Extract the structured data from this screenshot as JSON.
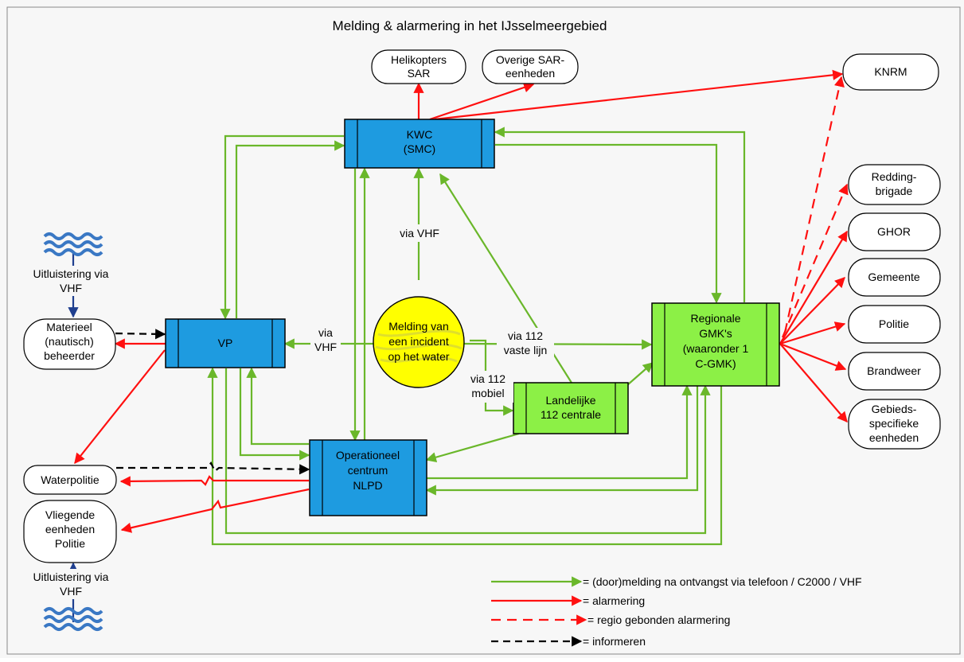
{
  "title": "Melding & alarmering in het IJsselmeergebied",
  "nodes": {
    "helikopters": [
      "Helikopters",
      "SAR"
    ],
    "overige_sar": [
      "Overige SAR-",
      "eenheden"
    ],
    "knrm": [
      "KNRM"
    ],
    "kwc": [
      "KWC",
      "(SMC)"
    ],
    "vp": [
      "VP"
    ],
    "melding": [
      "Melding van",
      "een incident",
      "op het water"
    ],
    "regionale": [
      "Regionale",
      "GMK's",
      "(waaronder 1",
      "C-GMK)"
    ],
    "landelijke": [
      "Landelijke",
      "112 centrale"
    ],
    "operationeel": [
      "Operationeel",
      "centrum",
      "NLPD"
    ],
    "materieel": [
      "Materieel",
      "(nautisch)",
      "beheerder"
    ],
    "waterpolitie": [
      "Waterpolitie"
    ],
    "vliegende": [
      "Vliegende",
      "eenheden",
      "Politie"
    ],
    "redding": [
      "Redding-",
      "brigade"
    ],
    "ghor": [
      "GHOR"
    ],
    "gemeente": [
      "Gemeente"
    ],
    "politie": [
      "Politie"
    ],
    "brandweer": [
      "Brandweer"
    ],
    "gebied": [
      "Gebieds-",
      "specifieke",
      "eenheden"
    ]
  },
  "labels": {
    "via_vhf_top": [
      "via VHF"
    ],
    "via_vhf_left": [
      "via",
      "VHF"
    ],
    "via_112_vast": [
      "via 112",
      "vaste lijn"
    ],
    "via_112_mobiel": [
      "via 112",
      "mobiel"
    ],
    "uitluistering_top": [
      "Uitluistering via",
      "VHF"
    ],
    "uitluistering_bottom": [
      "Uitluistering via",
      "VHF"
    ]
  },
  "legend": {
    "green": "= (door)melding na ontvangst via telefoon / C2000 / VHF",
    "red": "= alarmering",
    "red_dashed": "= regio gebonden alarmering",
    "black_dashed": "= informeren"
  },
  "colors": {
    "green": "#6ab72a",
    "red": "#ff1010",
    "blue_box": "#1e9be0",
    "green_box": "#8cf046",
    "yellow": "#ffff00",
    "navy": "#1f3f8f",
    "wave": "#3a78c4"
  }
}
